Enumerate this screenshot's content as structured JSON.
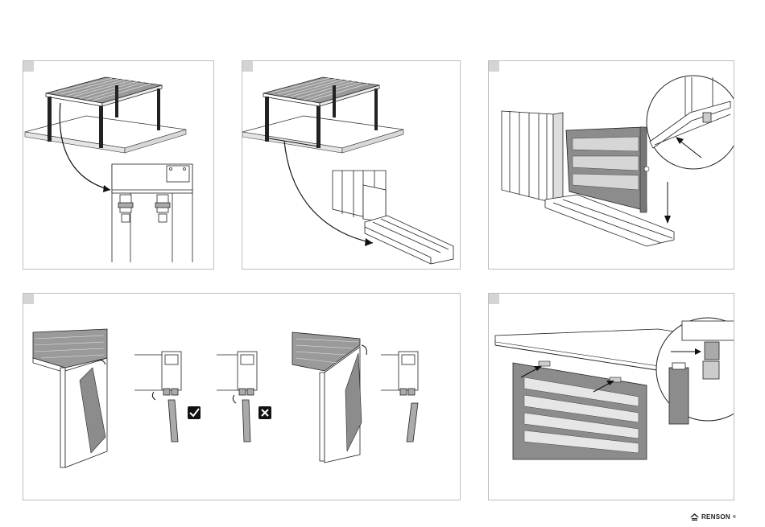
{
  "brand": {
    "name": "RENSON",
    "trademark": "®"
  },
  "steps": [
    {
      "id": 1
    },
    {
      "id": 2
    },
    {
      "id": 3
    },
    {
      "id": 4
    },
    {
      "id": 5
    }
  ],
  "colors": {
    "border": "#bdbdbd",
    "step_badge": "#d4d4d4",
    "line": "#1a1a1a",
    "screen_fill": "#8c8c8c",
    "roof": "#9a9a9a"
  },
  "icons": {
    "correct": "check-icon",
    "wrong": "cross-icon"
  }
}
